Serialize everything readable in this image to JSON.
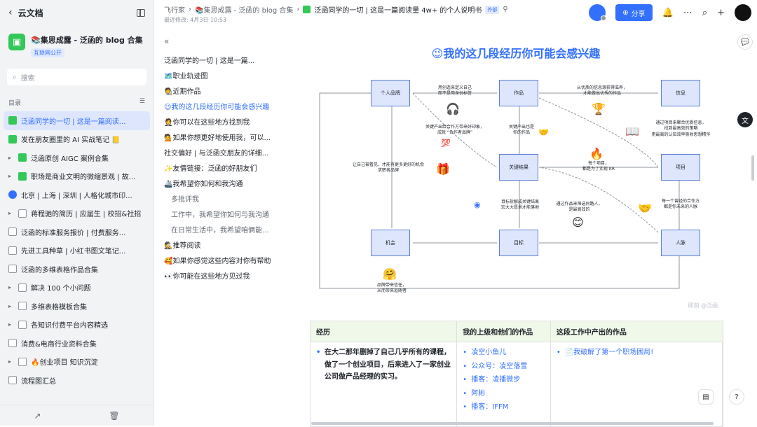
{
  "sidebar": {
    "back_label": "云文档",
    "space_name": "📚集思成露 - 泛函的 blog 合集",
    "space_badge": "互联网公开",
    "search_placeholder": "搜索",
    "toc_label": "目录",
    "items": [
      {
        "label": "泛函同学的一切 | 这是一篇阅读..."
      },
      {
        "label": "发在朋友圈里的 AI 实战笔记 📒"
      },
      {
        "label": "泛函原创 AIGC 案例合集"
      },
      {
        "label": "职场是商业文明的微缩景观 | 故..."
      },
      {
        "label": "北京 | 上海 | 深圳 | 人格化城市印..."
      },
      {
        "label": "蒋程驰的简历 | 应届生 | 校招&社招"
      },
      {
        "label": "泛函的标准服务报价 | 付费服务..."
      },
      {
        "label": "先进工具种草 | 小红书图文笔记..."
      },
      {
        "label": "泛函的多维表格作品合集"
      },
      {
        "label": "解决 100 个小问题"
      },
      {
        "label": "多维表格模板合集"
      },
      {
        "label": "各知识付费平台内容精选"
      },
      {
        "label": "消费&电商行业资料合集"
      },
      {
        "label": "🔥创业项目 知识沉淀"
      },
      {
        "label": "流程图汇总"
      }
    ]
  },
  "topbar": {
    "crumb1": "飞行家",
    "crumb2": "📚集思成露 - 泛函的 blog 合集",
    "crumb3": "泛函同学的一切 | 这是一篇阅读量 4w+ 的个人说明书",
    "external": "外部",
    "modified": "最近修改: 4月3日 10:53",
    "share_label": "分享"
  },
  "outline": {
    "items": [
      {
        "label": "泛函同学的一切 | 这是一篇..."
      },
      {
        "label": "🗺️职业轨迹图"
      },
      {
        "label": "🧑‍🎨近期作品"
      },
      {
        "label": "😉我的这几段经历你可能会感兴趣"
      },
      {
        "label": "🤵你可以在这些地方找到我"
      },
      {
        "label": "💁如果你想更好地使用我，可以..."
      },
      {
        "label": "社交偏好 | 与泛函交朋友的详细..."
      },
      {
        "label": "✨友情链接：泛函的好朋友们"
      },
      {
        "label": "🚢我希望你如何和我沟通"
      },
      {
        "label": "多批评我"
      },
      {
        "label": "工作中，我希望你如何与我沟通"
      },
      {
        "label": "在日常生活中，我希望咱俩能..."
      },
      {
        "label": "🕵️推荐阅读"
      },
      {
        "label": "🥰如果你感觉这些内容对你有帮助"
      },
      {
        "label": "👀你可能在这些地方见过我"
      }
    ]
  },
  "content": {
    "heading": "😉我的这几段经历你可能会感兴趣",
    "diagram": {
      "nodes": [
        "个人品牌",
        "作品",
        "信息",
        "关键结果",
        "项目",
        "机会",
        "目标",
        "人脉"
      ],
      "labels": [
        "用创造来定义自己\n而不是用身份标签",
        "从优质的信息源获得滋养，\n才能做出优秀的作品",
        "关键产出给合作方带来好印象，\n成就 “合作者品牌”",
        "关键产出也是\n你的作品",
        "通过项目来聚合优质信息，\n找到最高效的策略\n用最高的认知效率吸收思想精华",
        "让自己被看见，才能有更多更好的机会\n求职者品牌",
        "每个项目，\n都是为了实现 KR",
        "目标拆解成关键结果\n宏大大愿景才能落地",
        "通过作品来筛选同路人，\n是最高效的",
        "每一个曾经的合作方\n都是你未来的人脉",
        "品牌带来信任，\n从而带来追随者"
      ],
      "watermark": "即刻 @泛函"
    },
    "table": {
      "headers": [
        "经历",
        "我的上级和他们的作品",
        "这段工作中产出的作品"
      ],
      "col1": "在大二那年删掉了自己几乎所有的课程，做了一个创业项目，后来进入了一家创业公司做产品经理的实习。",
      "col2": [
        "凌空小鱼儿",
        "公众号：凌空落雪",
        "播客：凌播微步",
        "阿彬",
        "播客：IFFM"
      ],
      "col3": "📄我破解了第一个职场困局!"
    }
  }
}
